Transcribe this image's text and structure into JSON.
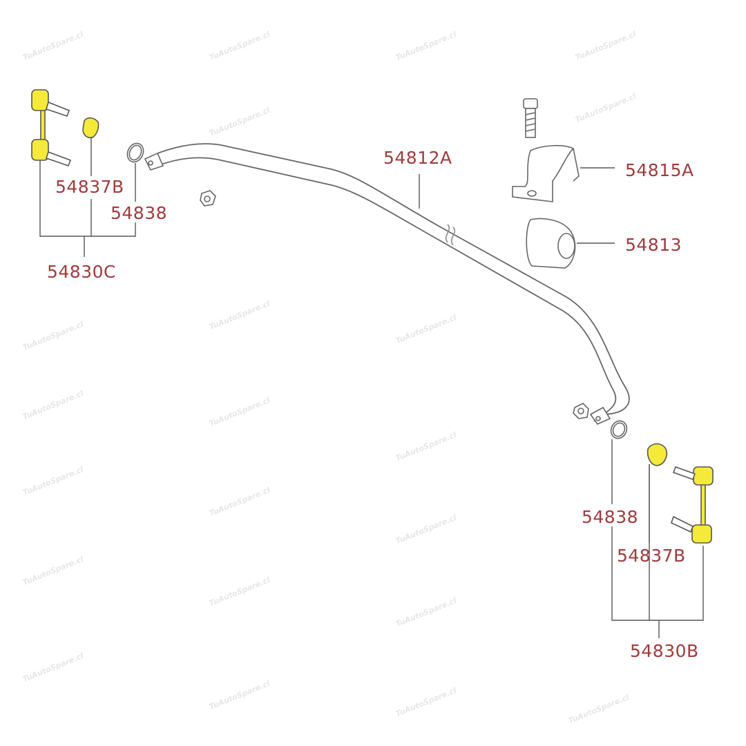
{
  "watermark": "TuAutoSpare.cl",
  "colors": {
    "label": "#a23a3c",
    "highlight": "#f5e93a",
    "line": "#555555"
  },
  "labels": {
    "l1": "54837B",
    "l2": "54838",
    "l3": "54830C",
    "l4": "54812A",
    "l5": "54815A",
    "l6": "54813",
    "l7": "54838",
    "l8": "54837B",
    "l9": "54830B"
  }
}
